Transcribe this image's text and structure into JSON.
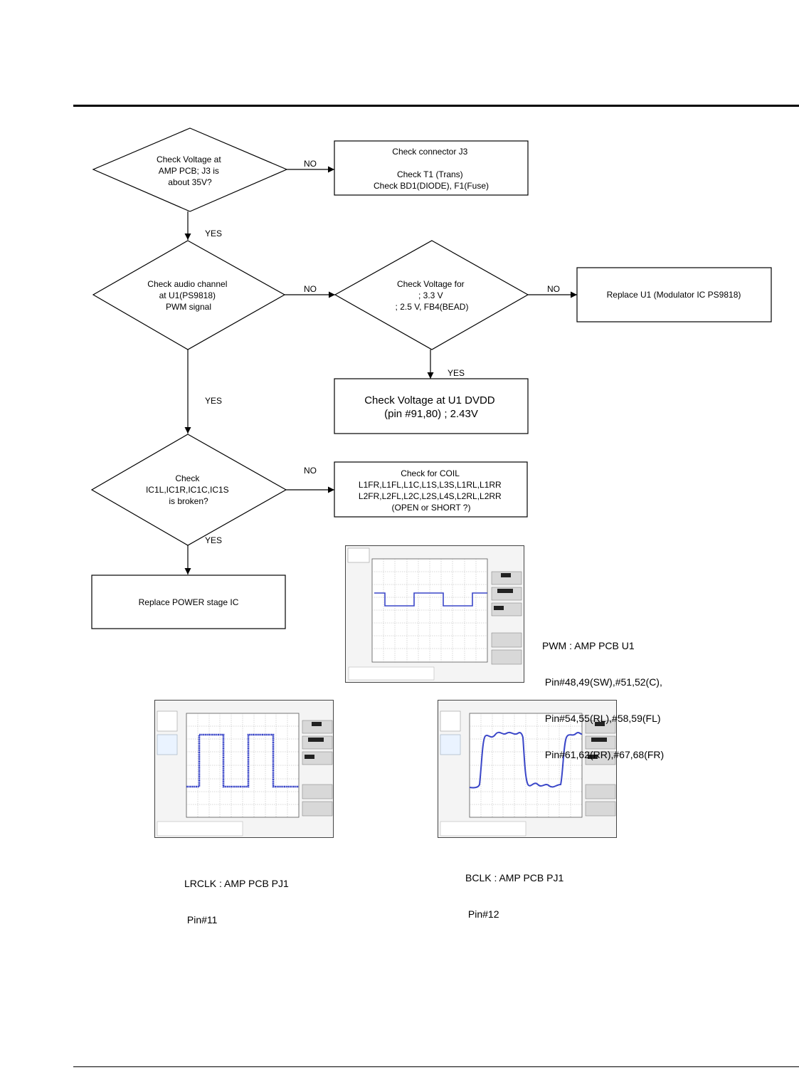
{
  "flow": {
    "d1": [
      "Check Voltage at",
      "AMP PCB; J3 is",
      "about 35V?"
    ],
    "b1": [
      "Check connector J3",
      "",
      "Check T1 (Trans)",
      "Check BD1(DIODE), F1(Fuse)"
    ],
    "d2": [
      "Check audio channel",
      "at  U1(PS9818)",
      "PWM signal"
    ],
    "d3": [
      "Check Voltage for",
      "; 3.3 V",
      "; 2.5 V,  FB4(BEAD)"
    ],
    "b2": [
      "Replace U1 (Modulator IC PS9818)"
    ],
    "b3": [
      "Check Voltage at U1 DVDD",
      "(pin #91,80) ; 2.43V"
    ],
    "d4": [
      "Check",
      "IC1L,IC1R,IC1C,IC1S",
      "is broken?"
    ],
    "b4": [
      "Check for COIL",
      "L1FR,L1FL,L1C,L1S,L3S,L1RL,L1RR",
      "L2FR,L2FL,L2C,L2S,L4S,L2RL,L2RR",
      "(OPEN or SHORT ?)"
    ],
    "b5": [
      "Replace POWER stage IC"
    ],
    "labels": {
      "no1": "NO",
      "yes1": "YES",
      "no2": "NO",
      "no3": "NO",
      "yes2": "YES",
      "yes3": "YES",
      "no4": "NO",
      "yes4": "YES"
    }
  },
  "captions": {
    "pwm": [
      "PWM : AMP PCB U1",
      " Pin#48,49(SW),#51,52(C),",
      " Pin#54,55(RL),#58,59(FL)",
      " Pin#61,62(RR),#67,68(FR)"
    ],
    "lrclk": [
      "LRCLK : AMP PCB PJ1",
      " Pin#11"
    ],
    "bclk": [
      "BCLK : AMP PCB PJ1",
      " Pin#12"
    ]
  },
  "colors": {
    "trace": "#3a46c8",
    "grid": "#9a9a9a",
    "screen": "#ffffff"
  }
}
